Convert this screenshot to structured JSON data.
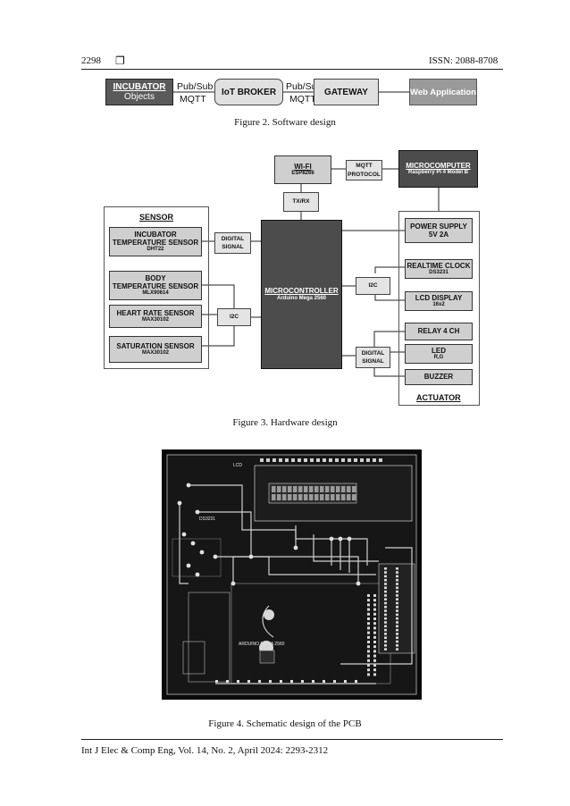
{
  "header": {
    "page_number": "2298",
    "symbol": "❐",
    "issn": "ISSN: 2088-8708"
  },
  "figure2": {
    "caption": "Figure 2. Software design",
    "incubator_title": "INCUBATOR",
    "incubator_sub": "Objects",
    "pubsub_1": "Pub/Sub",
    "mqtt_1": "MQTT",
    "broker": "IoT BROKER",
    "pubsub_2": "Pub/Sub",
    "mqtt_2": "MQTT",
    "gateway": "GATEWAY",
    "webapp": "Web Application"
  },
  "figure3": {
    "caption": "Figure 3. Hardware design",
    "wifi_title": "WI-FI",
    "wifi_sub": "ESP8266",
    "mqtt_protocol_1": "MQTT",
    "mqtt_protocol_2": "PROTOCOL",
    "microcomputer_title": "MICROCOMPUTER",
    "microcomputer_sub": "Raspberry Pi 4 Model B",
    "txrx": "TX/RX",
    "sensor_group": "SENSOR",
    "incubator_temp_1": "INCUBATOR",
    "incubator_temp_2": "TEMPERATURE SENSOR",
    "incubator_temp_sub": "DHT22",
    "body_temp_1": "BODY",
    "body_temp_2": "TEMPERATURE SENSOR",
    "body_temp_sub": "MLX90614",
    "heart_rate": "HEART RATE SENSOR",
    "heart_rate_sub": "MAX30102",
    "saturation": "SATURATION SENSOR",
    "saturation_sub": "MAX30102",
    "digital_signal_1a": "DIGITAL",
    "digital_signal_1b": "SIGNAL",
    "i2c_left": "I2C",
    "microcontroller_title": "MICROCONTROLLER",
    "microcontroller_sub": "Arduino Mega 2560",
    "i2c_right": "I2C",
    "digital_signal_2a": "DIGITAL",
    "digital_signal_2b": "SIGNAL",
    "power_1": "POWER SUPPLY",
    "power_2": "5V 2A",
    "rtc": "REALTIME CLOCK",
    "rtc_sub": "DS3231",
    "lcd": "LCD DISPLAY",
    "lcd_sub": "16x2",
    "relay": "RELAY 4 CH",
    "led": "LED",
    "led_sub": "R,G",
    "buzzer": "BUZZER",
    "actuator_group": "ACTUATOR"
  },
  "figure4": {
    "caption": "Figure 4. Schematic design of the PCB",
    "board_text_1": "ARDUINO MEGA 2560",
    "board_text_2": "LCD",
    "board_text_3": "DS3231"
  },
  "footer": {
    "citation": "Int J Elec & Comp Eng, Vol. 14, No. 2, April 2024: 2293-2312"
  }
}
